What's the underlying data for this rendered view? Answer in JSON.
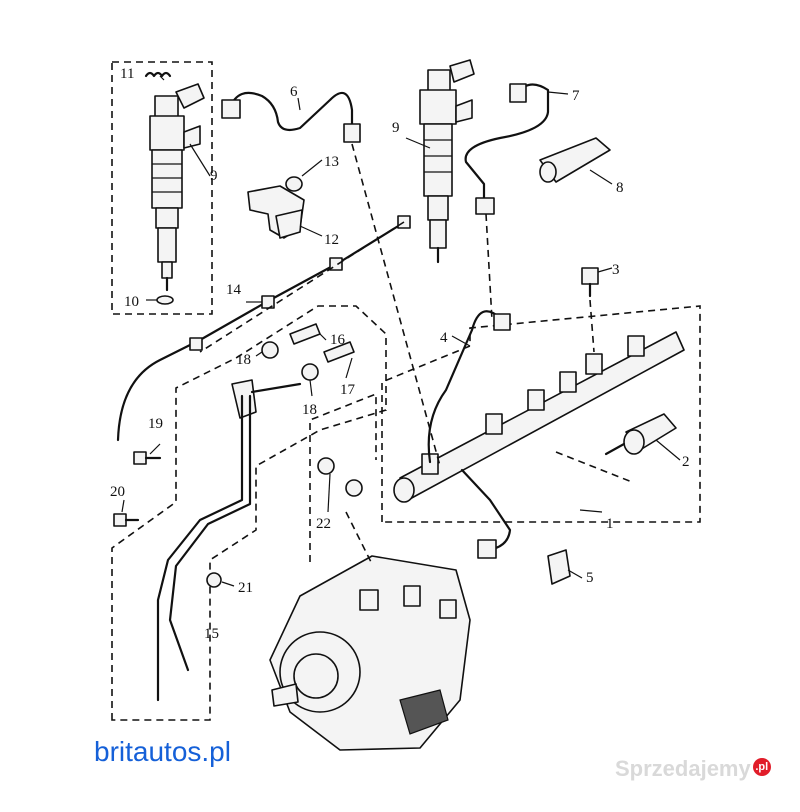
{
  "diagram": {
    "callouts": [
      {
        "id": "c11",
        "label": "11"
      },
      {
        "id": "c9a",
        "label": "9"
      },
      {
        "id": "c10",
        "label": "10"
      },
      {
        "id": "c6",
        "label": "6"
      },
      {
        "id": "c13",
        "label": "13"
      },
      {
        "id": "c12",
        "label": "12"
      },
      {
        "id": "c14",
        "label": "14"
      },
      {
        "id": "c9b",
        "label": "9"
      },
      {
        "id": "c7",
        "label": "7"
      },
      {
        "id": "c8",
        "label": "8"
      },
      {
        "id": "c3",
        "label": "3"
      },
      {
        "id": "c4",
        "label": "4"
      },
      {
        "id": "c16",
        "label": "16"
      },
      {
        "id": "c18a",
        "label": "18"
      },
      {
        "id": "c17",
        "label": "17"
      },
      {
        "id": "c18b",
        "label": "18"
      },
      {
        "id": "c19",
        "label": "19"
      },
      {
        "id": "c2",
        "label": "2"
      },
      {
        "id": "c1",
        "label": "1"
      },
      {
        "id": "c20",
        "label": "20"
      },
      {
        "id": "c22",
        "label": "22"
      },
      {
        "id": "c5",
        "label": "5"
      },
      {
        "id": "c21",
        "label": "21"
      },
      {
        "id": "c15",
        "label": "15"
      }
    ]
  },
  "footer": {
    "site_link": "britautos.pl",
    "watermark_text": "Sprzedajemy",
    "watermark_badge": ".pl"
  },
  "colors": {
    "link": "#1560d8",
    "watermark": "#d9d9d9",
    "badge": "#e11d2a"
  }
}
